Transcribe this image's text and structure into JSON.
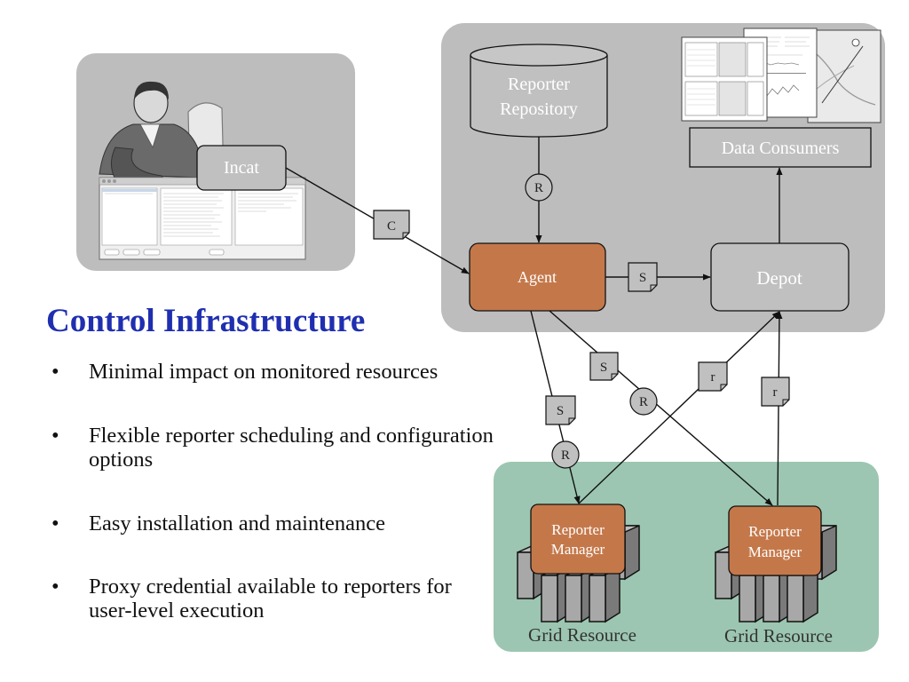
{
  "slide": {
    "heading": "Control Infrastructure",
    "bullets": [
      "Minimal impact on monitored resources",
      "Flexible reporter scheduling and configuration options",
      "Easy installation and maintenance",
      "Proxy credential available to reporters for user-level execution"
    ]
  },
  "diagram": {
    "incat": "Incat",
    "repository": [
      "Reporter",
      "Repository"
    ],
    "data_consumers": "Data Consumers",
    "agent": "Agent",
    "depot": "Depot",
    "reporter_manager": [
      "Reporter",
      "Manager"
    ],
    "grid_resource": "Grid Resource",
    "markers": {
      "c": "C",
      "r_upper": "R",
      "s": "S",
      "r_lower": "r"
    }
  },
  "colors": {
    "heading": "#1f2fb0",
    "gray_panel": "#bdbdbd",
    "green_panel": "#9cc6b1",
    "agent_fill": "#c4784a",
    "node_fill": "#c0c0c0"
  },
  "icons": [
    "person-at-desk-icon",
    "server-rack-icon",
    "report-screenshots-icon",
    "admin-window-icon"
  ]
}
